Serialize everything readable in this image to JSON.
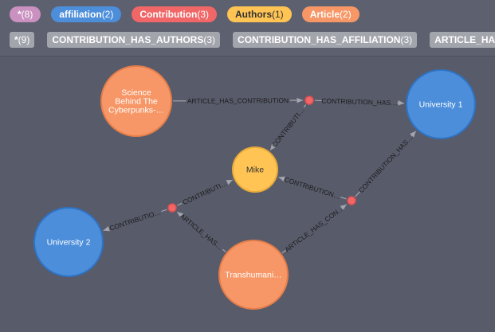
{
  "labels_row": [
    {
      "name": "*",
      "count": "(8)",
      "color": "#c990c0",
      "dark": false
    },
    {
      "name": "affiliation",
      "count": "(2)",
      "color": "#4c8eda",
      "dark": false
    },
    {
      "name": "Contribution",
      "count": "(3)",
      "color": "#f16667",
      "dark": false
    },
    {
      "name": "Authors",
      "count": "(1)",
      "color": "#ffc454",
      "dark": true
    },
    {
      "name": "Article",
      "count": "(2)",
      "color": "#f79767",
      "dark": false
    }
  ],
  "rel_types_row": [
    {
      "name": "*",
      "count": "(9)"
    },
    {
      "name": "CONTRIBUTION_HAS_AUTHORS",
      "count": "(3)"
    },
    {
      "name": "CONTRIBUTION_HAS_AFFILIATION",
      "count": "(3)"
    },
    {
      "name": "ARTICLE_HAS",
      "count": ""
    }
  ],
  "graph": {
    "nodes": [
      {
        "id": "science",
        "type": "Article",
        "lines": [
          "Science",
          "Behind The",
          "Cyberpunks-…"
        ],
        "color": "#f79767",
        "stroke": "#e47d4a"
      },
      {
        "id": "trans",
        "type": "Article",
        "lines": [
          "Transhumani…"
        ],
        "color": "#f79767",
        "stroke": "#e47d4a"
      },
      {
        "id": "mike",
        "type": "Authors",
        "lines": [
          "Mike"
        ],
        "color": "#ffc454",
        "stroke": "#e6ab39"
      },
      {
        "id": "uni1",
        "type": "affiliation",
        "lines": [
          "University 1"
        ],
        "color": "#4c8eda",
        "stroke": "#2e73c5"
      },
      {
        "id": "uni2",
        "type": "affiliation",
        "lines": [
          "University 2"
        ],
        "color": "#4c8eda",
        "stroke": "#2e73c5"
      },
      {
        "id": "c1",
        "type": "Contribution",
        "lines": [],
        "color": "#f16667",
        "stroke": "#d94f50"
      },
      {
        "id": "c2",
        "type": "Contribution",
        "lines": [],
        "color": "#f16667",
        "stroke": "#d94f50"
      },
      {
        "id": "c3",
        "type": "Contribution",
        "lines": [],
        "color": "#f16667",
        "stroke": "#d94f50"
      }
    ],
    "edges": [
      {
        "from": "science",
        "to": "c1",
        "label": "ARTICLE_HAS_CONTRIBUTION"
      },
      {
        "from": "c1",
        "to": "uni1",
        "label": "CONTRIBUTION_HAS…"
      },
      {
        "from": "c1",
        "to": "mike",
        "label": "CONTRIBUTI…"
      },
      {
        "from": "c3",
        "to": "mike",
        "label": "CONTRIBUTION…"
      },
      {
        "from": "c3",
        "to": "uni1",
        "label": "CONTRIBUTION_HAS…"
      },
      {
        "from": "trans",
        "to": "c3",
        "label": "ARTICLE_HAS_CON…"
      },
      {
        "from": "trans",
        "to": "c2",
        "label": "ARTICLE_HAS…"
      },
      {
        "from": "c2",
        "to": "mike",
        "label": "CONTRIBUTI…"
      },
      {
        "from": "c2",
        "to": "uni2",
        "label": "CONTRIBUTIO…"
      }
    ]
  }
}
